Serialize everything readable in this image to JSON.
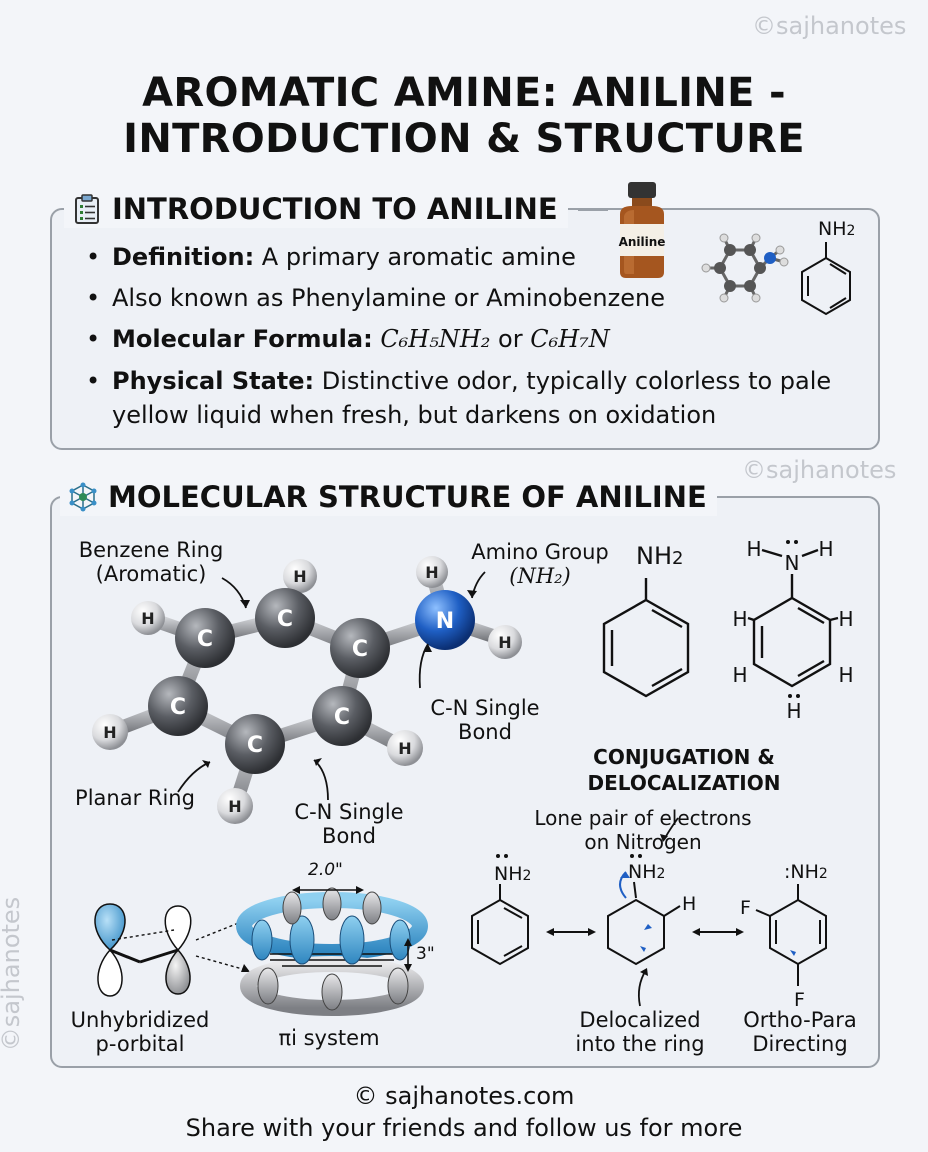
{
  "watermark": "©sajhanotes",
  "title_line1": "AROMATIC AMINE: ANILINE -",
  "title_line2": "INTRODUCTION & STRUCTURE",
  "intro": {
    "heading": "INTRODUCTION TO ANILINE",
    "bottle_label": "Aniline",
    "nh2": "NH",
    "nh2_sub": "2",
    "definition_label": "Definition:",
    "definition_text": " A primary aromatic amine",
    "aka_text": "Also known as Phenylamine or Aminobenzene",
    "formula_label": "Molecular Formula:",
    "formula_1": "C₆H₅NH₂",
    "formula_or": " or ",
    "formula_2": "C₆H₇N",
    "state_label": "Physical State:",
    "state_text_1": " Distinctive odor, typically colorless to pale",
    "state_text_2": "yellow liquid when fresh, but darkens on oxidation"
  },
  "structure": {
    "heading": "MOLECULAR STRUCTURE OF ANILINE",
    "benzene_ring_label_1": "Benzene Ring",
    "benzene_ring_label_2": "(Aromatic)",
    "amino_label_1": "Amino Group",
    "amino_label_2": "(NH₂)",
    "cn_bond_right_1": "C-N Single",
    "cn_bond_right_2": "Bond",
    "cn_bond_bottom_1": "C-N Single",
    "cn_bond_bottom_2": "Bond",
    "planar_ring": "Planar Ring",
    "atom_c": "C",
    "atom_h": "H",
    "atom_n": "N",
    "nh2_text": "NH",
    "nh2_sub": "2",
    "conj_title_1": "CONJUGATION &",
    "conj_title_2": "DELOCALIZATION",
    "lone_pair_1": "Lone pair of electrons",
    "lone_pair_2": "on Nitrogen",
    "dim_width": "2.0\"",
    "dim_height": "3\"",
    "p_orbital_1": "Unhybridized",
    "p_orbital_2": "p-orbital",
    "pi_system": "πi system",
    "delocalized_1": "Delocalized",
    "delocalized_2": "into the ring",
    "ortho_para_1": "Ortho-Para",
    "ortho_para_2": "Directing",
    "f_label": "F",
    "colon_nh2": ":NH",
    "h_label": "H"
  },
  "footer": {
    "copyright": "© sajhanotes.com",
    "share": "Share with your friends and follow us for more"
  },
  "colors": {
    "carbon": "#5a5d63",
    "nitrogen": "#1f5fc4",
    "hydrogen": "#e2e3e6",
    "orbital_blue": "#5aa9d8",
    "bottle": "#a5561f"
  }
}
